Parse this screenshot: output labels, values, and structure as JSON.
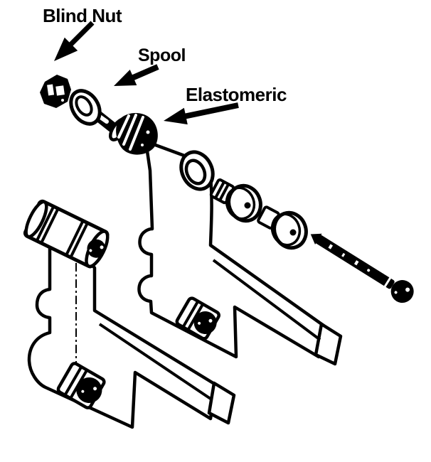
{
  "page": {
    "background_color": "#ffffff",
    "line_color": "#000000"
  },
  "diagram": {
    "kind": "exploded-assembly-line-drawing",
    "callouts": [
      {
        "label": "Blind Nut"
      },
      {
        "label": "Spool"
      },
      {
        "label": "Elastomeric"
      }
    ],
    "unlabeled_parts": [
      "front-mounting-bracket",
      "rear-mounting-bracket",
      "isolator-cylinder-with-socket-screw",
      "foot-bushing-with-socket-screw",
      "rear-bushing-with-socket-screw",
      "spool-bushing-ribbed",
      "spool-bushing-plain",
      "mounting-screw"
    ]
  }
}
